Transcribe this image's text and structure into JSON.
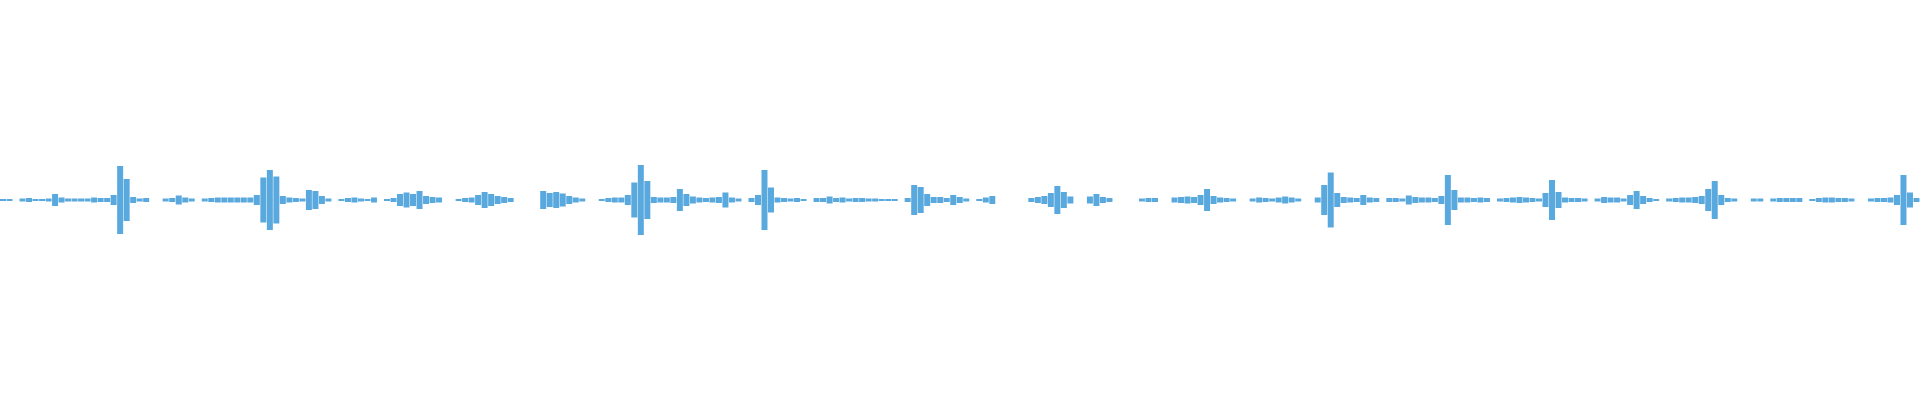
{
  "waveform": {
    "color": "#5aa9de",
    "amplitudes": [
      0.02,
      0.02,
      0,
      0.03,
      0.04,
      0.02,
      0.02,
      0.03,
      0.12,
      0.05,
      0.03,
      0.03,
      0.03,
      0.03,
      0.05,
      0.04,
      0.04,
      0.1,
      0.68,
      0.42,
      0.06,
      0.03,
      0.04,
      0,
      0,
      0.03,
      0.04,
      0.09,
      0.05,
      0.03,
      0,
      0.03,
      0.04,
      0.05,
      0.05,
      0.05,
      0.05,
      0.05,
      0.05,
      0.1,
      0.45,
      0.6,
      0.47,
      0.08,
      0.05,
      0.04,
      0.03,
      0.2,
      0.18,
      0.08,
      0.03,
      0,
      0.02,
      0.04,
      0.05,
      0.03,
      0.02,
      0.05,
      0,
      0.02,
      0.04,
      0.12,
      0.15,
      0.12,
      0.18,
      0.08,
      0.06,
      0.05,
      0,
      0,
      0.02,
      0.04,
      0.05,
      0.1,
      0.16,
      0.12,
      0.08,
      0.06,
      0.04,
      0,
      0,
      0,
      0,
      0.18,
      0.14,
      0.16,
      0.13,
      0.08,
      0.05,
      0.03,
      0,
      0,
      0.02,
      0.04,
      0.05,
      0.05,
      0.1,
      0.35,
      0.7,
      0.38,
      0.06,
      0.05,
      0.05,
      0.06,
      0.22,
      0.12,
      0.07,
      0.05,
      0.04,
      0.05,
      0.06,
      0.15,
      0.05,
      0.03,
      0,
      0.04,
      0.1,
      0.6,
      0.25,
      0.05,
      0.04,
      0.03,
      0.04,
      0.02,
      0,
      0.04,
      0.04,
      0.07,
      0.04,
      0.05,
      0.03,
      0.04,
      0.04,
      0.03,
      0.03,
      0.02,
      0.02,
      0.02,
      0,
      0.04,
      0.3,
      0.26,
      0.12,
      0.06,
      0.06,
      0.04,
      0.1,
      0.06,
      0.03,
      0,
      0.02,
      0.05,
      0.08,
      0,
      0,
      0,
      0,
      0,
      0.04,
      0.06,
      0.08,
      0.14,
      0.28,
      0.16,
      0.07,
      0,
      0,
      0.07,
      0.12,
      0.06,
      0.04,
      0,
      0,
      0,
      0,
      0.03,
      0.04,
      0.04,
      0,
      0,
      0.05,
      0.06,
      0.07,
      0.06,
      0.1,
      0.22,
      0.08,
      0.05,
      0.04,
      0.03,
      0,
      0,
      0.03,
      0.05,
      0.04,
      0.03,
      0.05,
      0.07,
      0.05,
      0.03,
      0,
      0,
      0.05,
      0.3,
      0.55,
      0.14,
      0.06,
      0.05,
      0.04,
      0.1,
      0.05,
      0.04,
      0,
      0.04,
      0.04,
      0.03,
      0.09,
      0.06,
      0.05,
      0.05,
      0.04,
      0.08,
      0.5,
      0.2,
      0.05,
      0.05,
      0.04,
      0.05,
      0.04,
      0,
      0.03,
      0.04,
      0.05,
      0.06,
      0.05,
      0.04,
      0.03,
      0.14,
      0.4,
      0.16,
      0.05,
      0.04,
      0.04,
      0.03,
      0,
      0.03,
      0.06,
      0.05,
      0.05,
      0.03,
      0.1,
      0.18,
      0.08,
      0.04,
      0.02,
      0,
      0.03,
      0.04,
      0.05,
      0.05,
      0.06,
      0.08,
      0.22,
      0.38,
      0.1,
      0.04,
      0.03,
      0,
      0,
      0.03,
      0.03,
      0,
      0.03,
      0.04,
      0.04,
      0.04,
      0.04,
      0,
      0.02,
      0.04,
      0.05,
      0.05,
      0.04,
      0.04,
      0.03,
      0,
      0,
      0.03,
      0.04,
      0.04,
      0.05,
      0.1,
      0.5,
      0.15,
      0.04
    ]
  }
}
